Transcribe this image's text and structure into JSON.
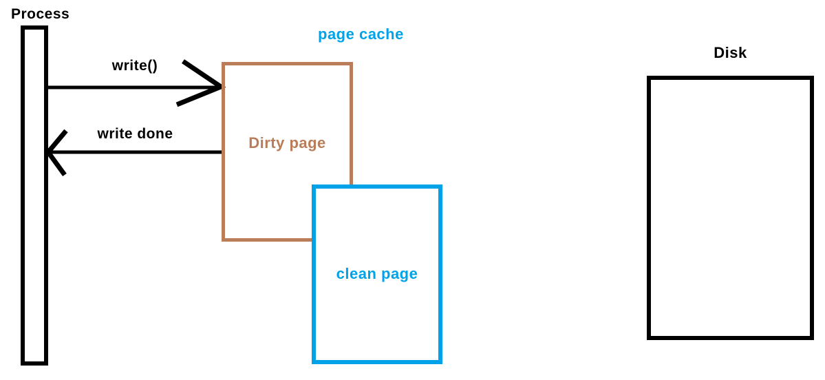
{
  "colors": {
    "background": "#ffffff",
    "black": "#000000",
    "brown": "#b97d5a",
    "blue": "#00a2e8"
  },
  "diagram": {
    "process": {
      "label": "Process"
    },
    "arrows": {
      "write": {
        "label": "write()"
      },
      "write_done": {
        "label": "write done"
      }
    },
    "page_cache": {
      "label": "page cache"
    },
    "dirty_page": {
      "label": "Dirty page"
    },
    "clean_page": {
      "label": "clean page"
    },
    "disk": {
      "label": "Disk"
    }
  }
}
